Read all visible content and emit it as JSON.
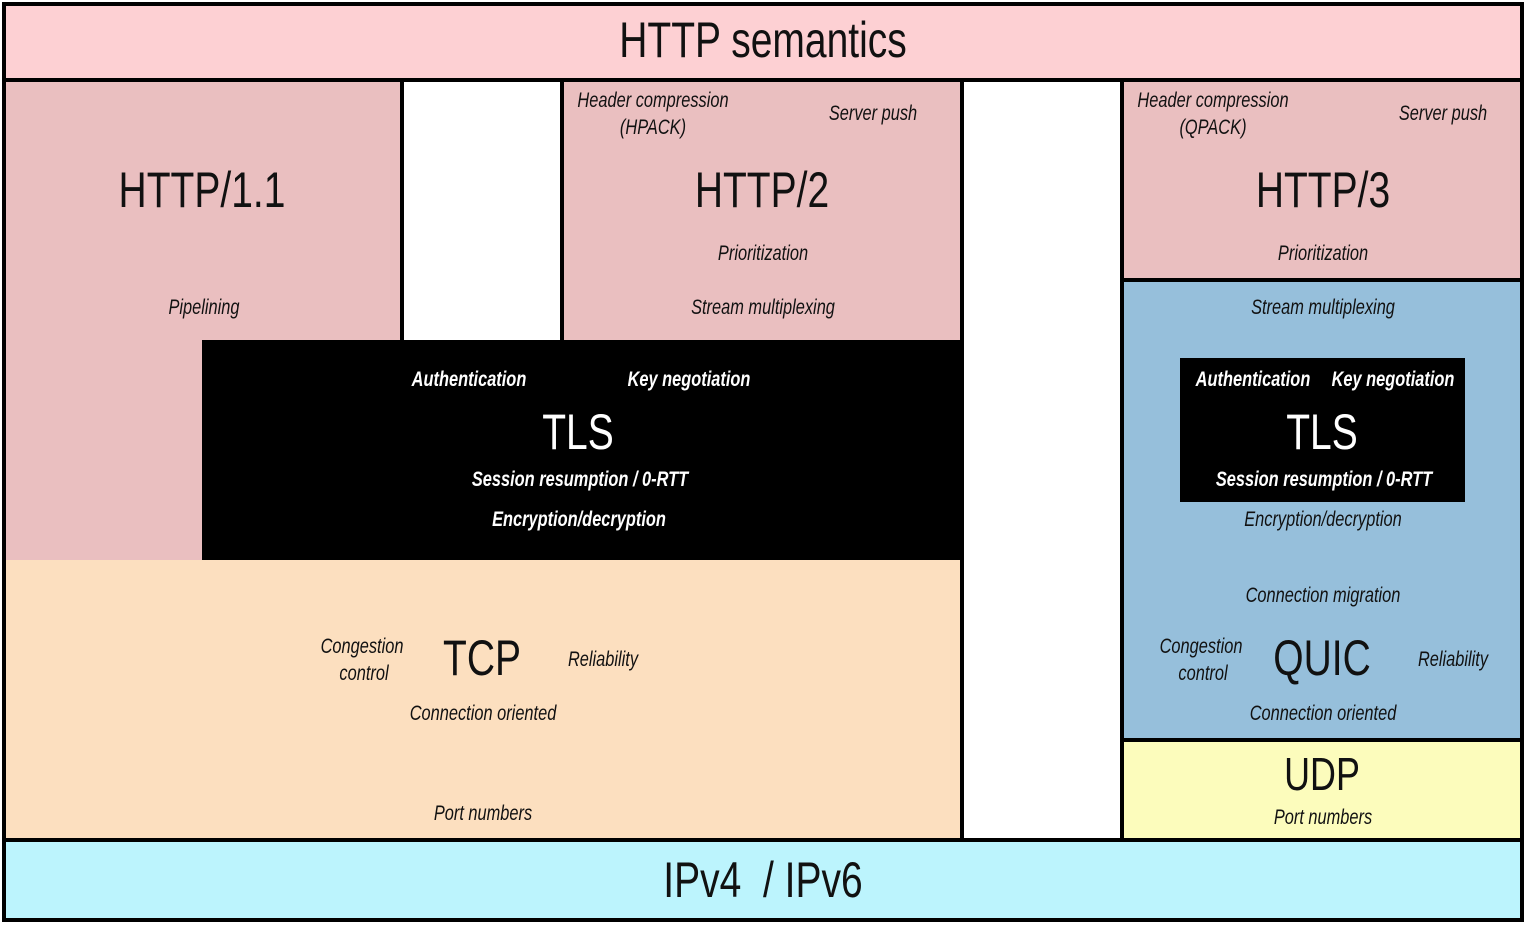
{
  "colors": {
    "http_semantics": "#fdd0d3",
    "http_versions": "#eabfc0",
    "tls": "#000000",
    "tcp": "#fcdfbf",
    "quic": "#96bfdb",
    "udp": "#fcfcbc",
    "ip": "#bcf4fd",
    "border": "#000000"
  },
  "http_semantics": {
    "title": "HTTP semantics"
  },
  "http11": {
    "title": "HTTP/1.1",
    "features": {
      "pipelining": "Pipelining"
    }
  },
  "http2": {
    "title": "HTTP/2",
    "features": {
      "header_compression": "Header compression",
      "header_compression_sub": "(HPACK)",
      "server_push": "Server push",
      "prioritization": "Prioritization",
      "stream_multiplexing": "Stream multiplexing"
    }
  },
  "http3": {
    "title": "HTTP/3",
    "features": {
      "header_compression": "Header compression",
      "header_compression_sub": "(QPACK)",
      "server_push": "Server push",
      "prioritization": "Prioritization"
    }
  },
  "tls_tcp": {
    "title": "TLS",
    "features": {
      "authentication": "Authentication",
      "key_negotiation": "Key negotiation",
      "session_resumption": "Session resumption / 0-RTT",
      "encryption": "Encryption/decryption"
    }
  },
  "tcp": {
    "title": "TCP",
    "features": {
      "congestion_line1": "Congestion",
      "congestion_line2": "control",
      "reliability": "Reliability",
      "connection_oriented": "Connection oriented",
      "port_numbers": "Port numbers"
    }
  },
  "quic": {
    "title": "QUIC",
    "features": {
      "stream_multiplexing": "Stream multiplexing",
      "encryption": "Encryption/decryption",
      "connection_migration": "Connection migration",
      "congestion_line1": "Congestion",
      "congestion_line2": "control",
      "reliability": "Reliability",
      "connection_oriented": "Connection oriented"
    },
    "tls": {
      "title": "TLS",
      "features": {
        "authentication": "Authentication",
        "key_negotiation": "Key negotiation",
        "session_resumption": "Session resumption / 0-RTT"
      }
    }
  },
  "udp": {
    "title": "UDP",
    "features": {
      "port_numbers": "Port numbers"
    }
  },
  "ip": {
    "title": "IPv4  / IPv6"
  }
}
